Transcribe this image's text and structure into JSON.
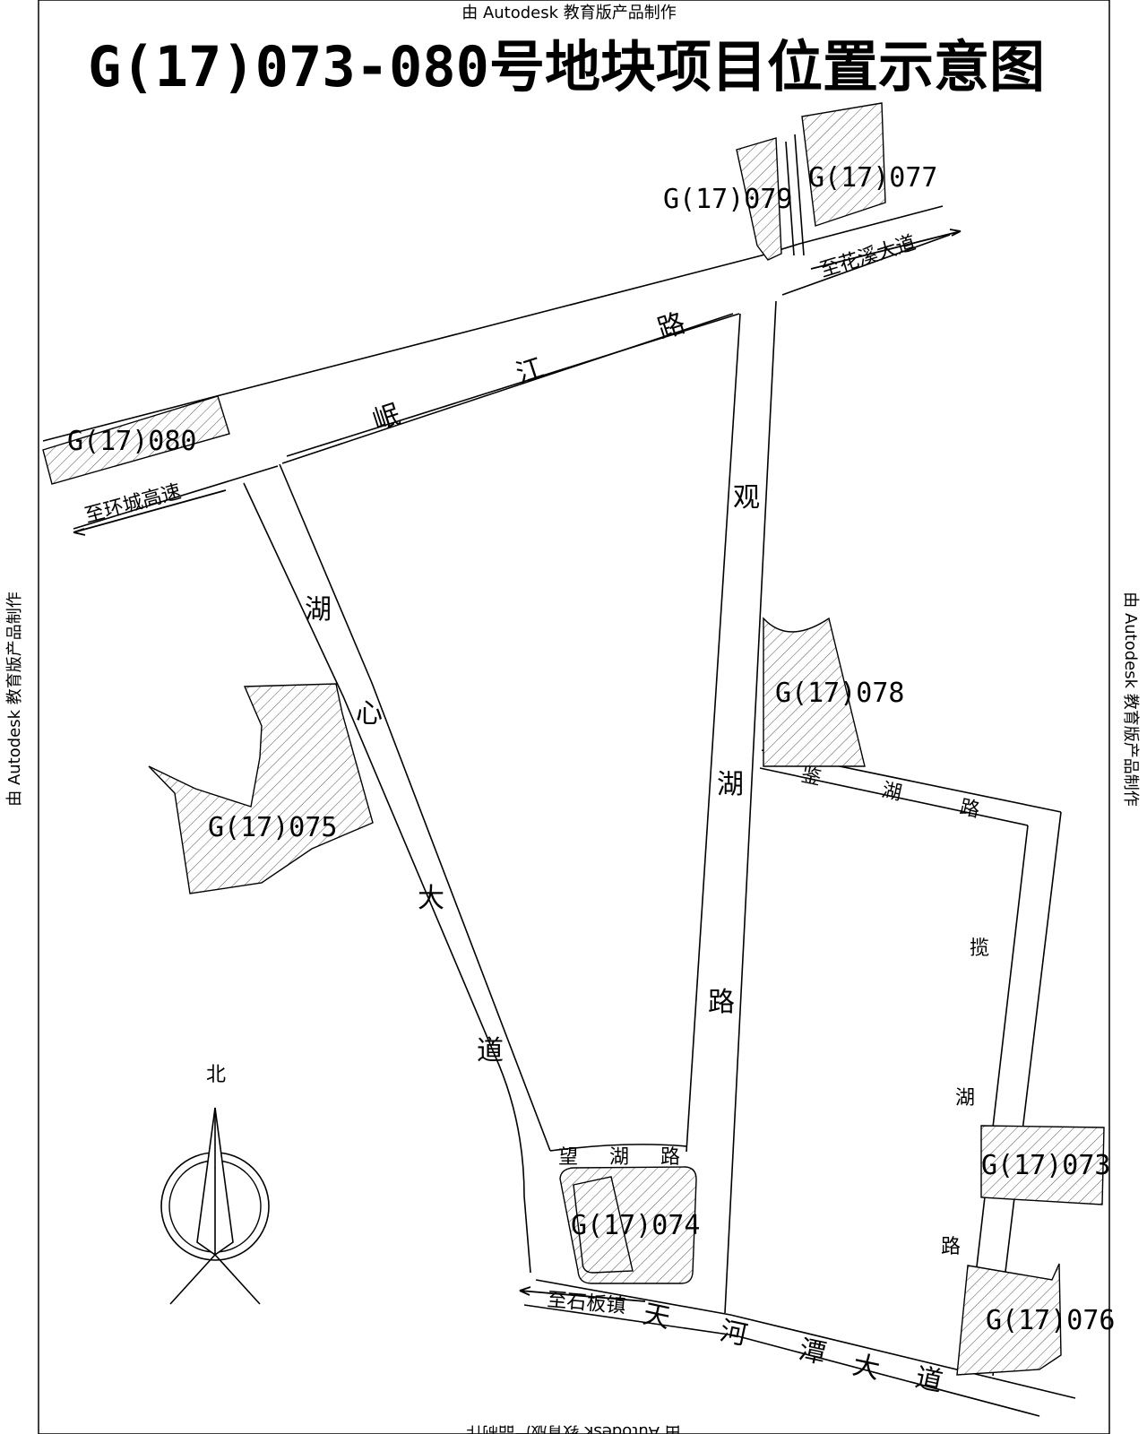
{
  "title": "G(17)073-080号地块项目位置示意图",
  "watermark": "由 Autodesk 教育版产品制作",
  "north_label": "北",
  "roads": {
    "minjiang": [
      "岷",
      "江",
      "路"
    ],
    "huxin": [
      "湖",
      "心",
      "大",
      "道"
    ],
    "guanhu": [
      "观",
      "湖",
      "路"
    ],
    "jianhu": [
      "鉴",
      "湖",
      "路"
    ],
    "lanhu": [
      "揽",
      "湖",
      "路"
    ],
    "wanghu": [
      "望",
      "湖",
      "路"
    ],
    "tianhetan": [
      "天",
      "河",
      "潭",
      "大",
      "道"
    ]
  },
  "directions": {
    "to_huaxi": "至花溪大道",
    "to_ring": "至环城高速",
    "to_shiban": "至石板镇"
  },
  "parcels": {
    "p073": "G(17)073",
    "p074": "G(17)074",
    "p075": "G(17)075",
    "p076": "G(17)076",
    "p077": "G(17)077",
    "p078": "G(17)078",
    "p079": "G(17)079",
    "p080": "G(17)080"
  }
}
